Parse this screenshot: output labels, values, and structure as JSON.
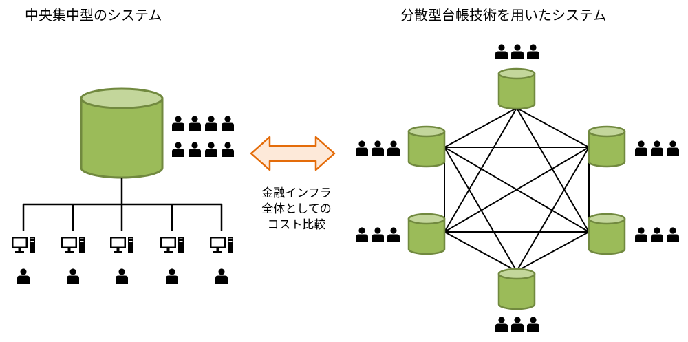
{
  "titles": {
    "left": "中央集中型のシステム",
    "right": "分散型台帳技術を用いたシステム"
  },
  "comparison": {
    "lines": [
      "金融インフラ",
      "全体としての",
      "コスト比較"
    ]
  },
  "colors": {
    "cylinder_fill": "#9bbb59",
    "cylinder_top": "#c3d69b",
    "cylinder_stroke": "#71893f",
    "arrow_fill": "#fde9d9",
    "arrow_stroke": "#e46c0a",
    "ink": "#000000"
  },
  "icons": {
    "database": "database-cylinder-icon",
    "person": "person-icon",
    "computer": "desktop-computer-icon",
    "arrow": "double-arrow-icon"
  }
}
